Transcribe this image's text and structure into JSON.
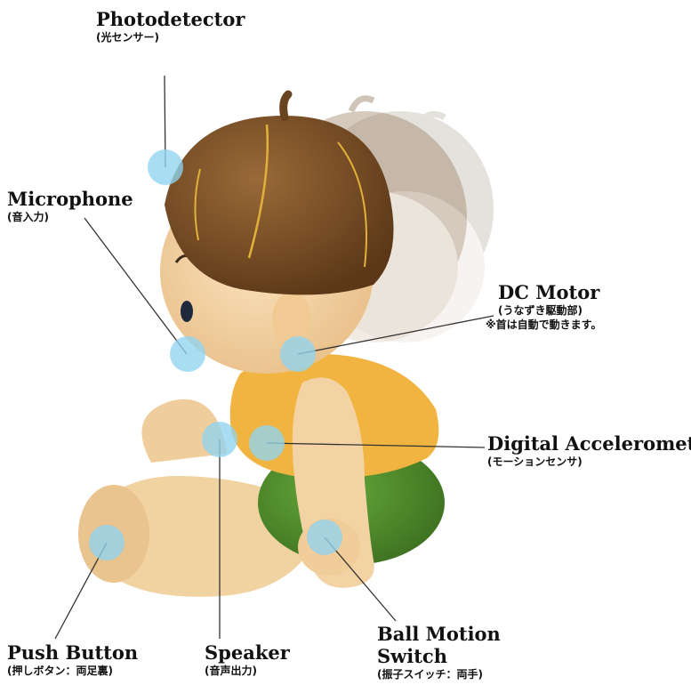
{
  "labels": {
    "photodetector": {
      "en": "Photodetector",
      "jp": "(光センサー)"
    },
    "microphone": {
      "en": "Microphone",
      "jp": "(音入力)"
    },
    "dc_motor": {
      "en": "DC Motor",
      "jp": "(うなずき駆動部)",
      "note": "※首は自動で動きます。"
    },
    "accelerometer": {
      "en": "Digital Accelerometer",
      "jp": "(モーションセンサ)"
    },
    "ball_motion": {
      "en_line1": "Ball Motion",
      "en_line2": "Switch",
      "jp": "(振子スイッチ：両手)"
    },
    "push_button": {
      "en": "Push Button",
      "jp": "(押しボタン：両足裏)"
    },
    "speaker": {
      "en": "Speaker",
      "jp": "(音声出力)"
    }
  },
  "colors": {
    "sensor_marker": "#8fd3f0",
    "leader_line": "#333333",
    "hair": "#7a4e26",
    "skin": "#f3cf9c",
    "shirt": "#f2b540",
    "shorts": "#4e8a2a"
  }
}
